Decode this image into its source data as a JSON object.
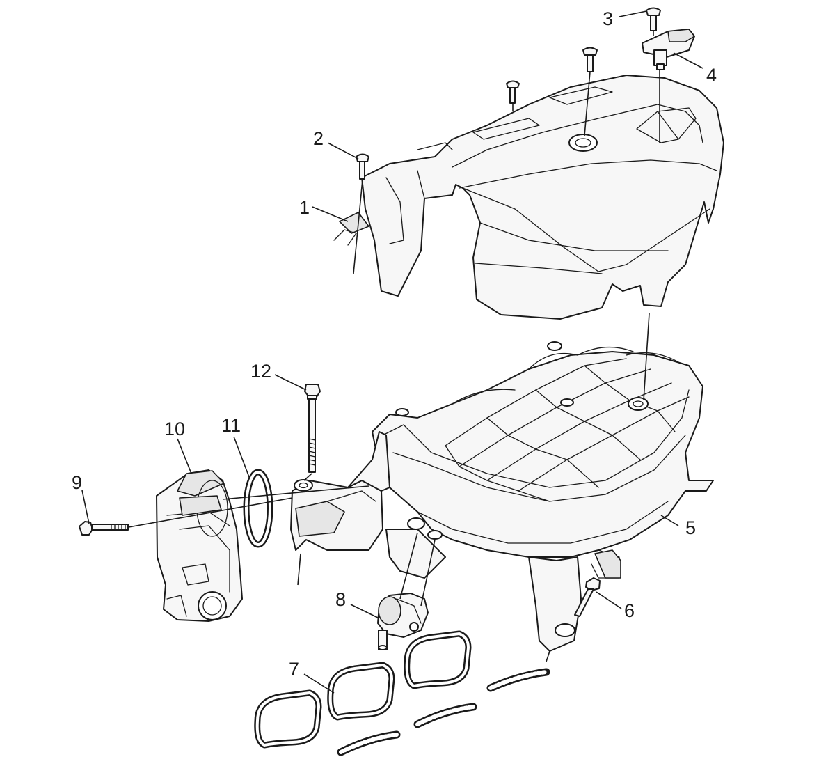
{
  "callouts": [
    {
      "id": "1",
      "label": "1"
    },
    {
      "id": "2",
      "label": "2"
    },
    {
      "id": "3",
      "label": "3"
    },
    {
      "id": "4",
      "label": "4"
    },
    {
      "id": "5",
      "label": "5"
    },
    {
      "id": "6",
      "label": "6"
    },
    {
      "id": "7",
      "label": "7"
    },
    {
      "id": "8",
      "label": "8"
    },
    {
      "id": "9",
      "label": "9"
    },
    {
      "id": "10",
      "label": "10"
    },
    {
      "id": "11",
      "label": "11"
    },
    {
      "id": "12",
      "label": "12"
    }
  ],
  "colors": {
    "line": "#1a1a1a",
    "background": "#ffffff",
    "part_fill": "#f7f7f7",
    "shade_fill": "#e6e6e6"
  }
}
